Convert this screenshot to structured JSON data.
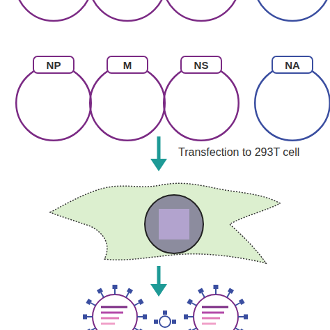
{
  "diagram": {
    "nodes": [
      {
        "text": [
          "NP"
        ]
      },
      {
        "text": [
          "M"
        ]
      },
      {
        "text": [
          "NS"
        ]
      },
      {
        "text": [
          "NA"
        ]
      }
    ],
    "labels": [
      "Transfection to 293T cell"
    ]
  }
}
